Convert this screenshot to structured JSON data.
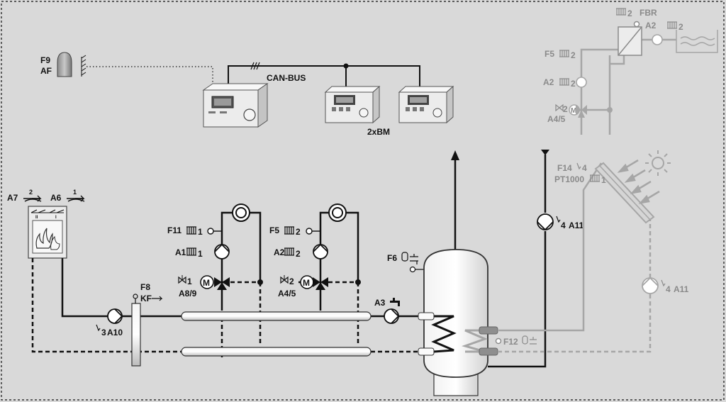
{
  "labels": {
    "can_bus": "CAN-BUS",
    "bm_count": "2xBM",
    "f9": "F9",
    "af": "AF",
    "a7": "A7",
    "a6": "A6",
    "f8": "F8",
    "kf": "KF",
    "a10": "A10",
    "a10_num": "3",
    "f11": "F11",
    "a1": "A1",
    "heat_idx1": "1",
    "valve_idx1": "1",
    "a8_9": "A8/9",
    "f5_mid": "F5",
    "a2_mid": "A2",
    "heat_idx2": "2",
    "valve_idx2": "2",
    "a4_5_mid": "A4/5",
    "a3": "A3",
    "f6": "F6",
    "f12": "F12",
    "a11_top": "A11",
    "a11_num_top": "4",
    "f14": "F14",
    "f14_num": "4",
    "pt1000": "PT1000",
    "pt1000_idx": "1",
    "a11_bot": "A11",
    "a11_num_bot": "4",
    "fbr": "FBR",
    "fbr_idx": "2",
    "a2_top": "A2",
    "a2_top_idx": "2",
    "f5_top": "F5",
    "f5_top_idx": "2",
    "a2_left": "A2",
    "a2_left_idx": "2",
    "m_valve_idx": "2",
    "a4_5_top": "A4/5",
    "motor": "M"
  },
  "colors": {
    "line": "#111111",
    "solar": "#a6a6a6",
    "background": "#d9d9d9",
    "device": "#eeeeee"
  }
}
